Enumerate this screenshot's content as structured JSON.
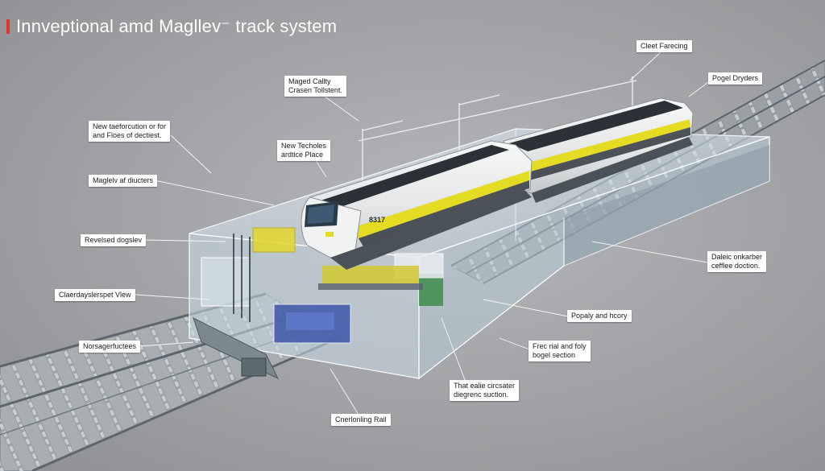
{
  "title": "Innveptional amd Magllev⁻ track system",
  "labels": {
    "clect_farecing": "Cleet Farecing",
    "pogel_dryders": "Pogel Dryders",
    "maged_cally": "Maged Callty\nCrasen Tollstent.",
    "new_taeforcution": "New taeforcution or for\nand Floes of dectiest.",
    "new_techoles": "New Techoles\nardtice Place",
    "maglev_ducters": "Maglelv af diucters",
    "revelsed_dogslev": "Revelsed dogslev",
    "dleic_onkarber": "Daleic onkarber\ncefflee doction.",
    "cleordyslerspet": "Claerdayslerspet Vlew",
    "popaly_hoory": "Popaly and hcory",
    "norsagerfuctees": "Norsagerfuctees",
    "frec_rial": "Frec rial and foly\nbogel section",
    "that_ealie": "That ealie circsater\ndiegrenc suction.",
    "cnerloning_rail": "Cnerlonling Rail"
  },
  "train_number": "8317",
  "colors": {
    "title_accent": "#e0342a",
    "train_body": "#eef0ef",
    "train_stripe": "#e4dc22",
    "train_dark": "#2c3137",
    "glass": "#d2e2ec",
    "rail_frame": "#6f7b84"
  }
}
